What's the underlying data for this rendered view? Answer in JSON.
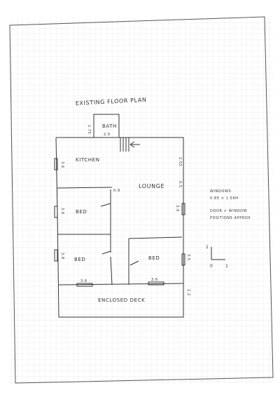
{
  "title": "EXISTING FLOOR PLAN",
  "rooms": {
    "bath": "BATH",
    "kitchen": "KITCHEN",
    "lounge": "LOUNGE",
    "bed_1": "BED",
    "bed_2": "BED",
    "bed_3": "BED",
    "deck": "ENCLOSED DECK"
  },
  "dimensions": {
    "bath_height": "1.75",
    "bath_width": "2.0",
    "kitchen_window": "3.6",
    "lounge_upper": "2.55",
    "lounge_mid": "0.5",
    "lounge_right": "3.9",
    "bed1_window": "3.6",
    "bed2_window": "3.8",
    "bed3_right": "3.5",
    "door_gap": "0.9",
    "bed2_bottom": "3.6",
    "bed3_bottom": "3.6",
    "deck_depth": "2.2"
  },
  "notes": {
    "windows_label": "WINDOWS",
    "windows_size": "0.85 × 1.56H",
    "door_window_line1": "DOOR + WINDOW",
    "door_window_line2": "POSITIONS APPROX"
  },
  "scale": {
    "y_label": "1",
    "origin_label": "0",
    "x_label": "1"
  },
  "colors": {
    "ink": "#333333",
    "grid": "#d9d9d9",
    "paper": "#ffffff",
    "border": "#555555"
  }
}
